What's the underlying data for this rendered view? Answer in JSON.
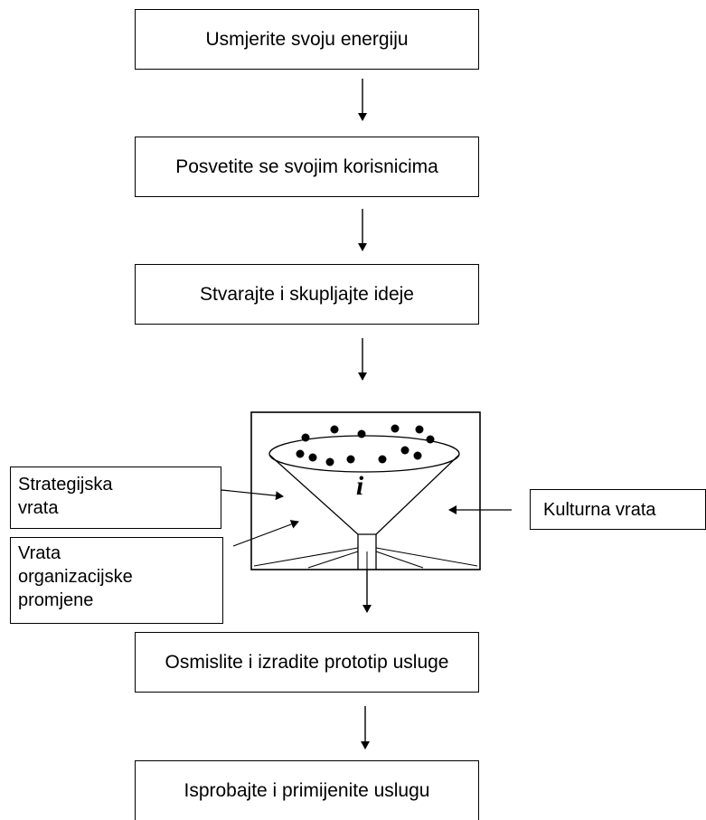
{
  "flow": {
    "step1": "Usmjerite svoju energiju",
    "step2": "Posvetite se svojim korisnicima",
    "step3": "Stvarajte i skupljajte ideje",
    "step4": "Osmislite i izradite prototip usluge",
    "step5": "Isprobajte i primijenite uslugu"
  },
  "funnel": {
    "symbol": "i"
  },
  "gates": {
    "strategic": [
      "Strategijska",
      "vrata"
    ],
    "cultural": "Kulturna vrata",
    "organizational": [
      "Vrata",
      "organizacijske",
      "promjene"
    ]
  }
}
